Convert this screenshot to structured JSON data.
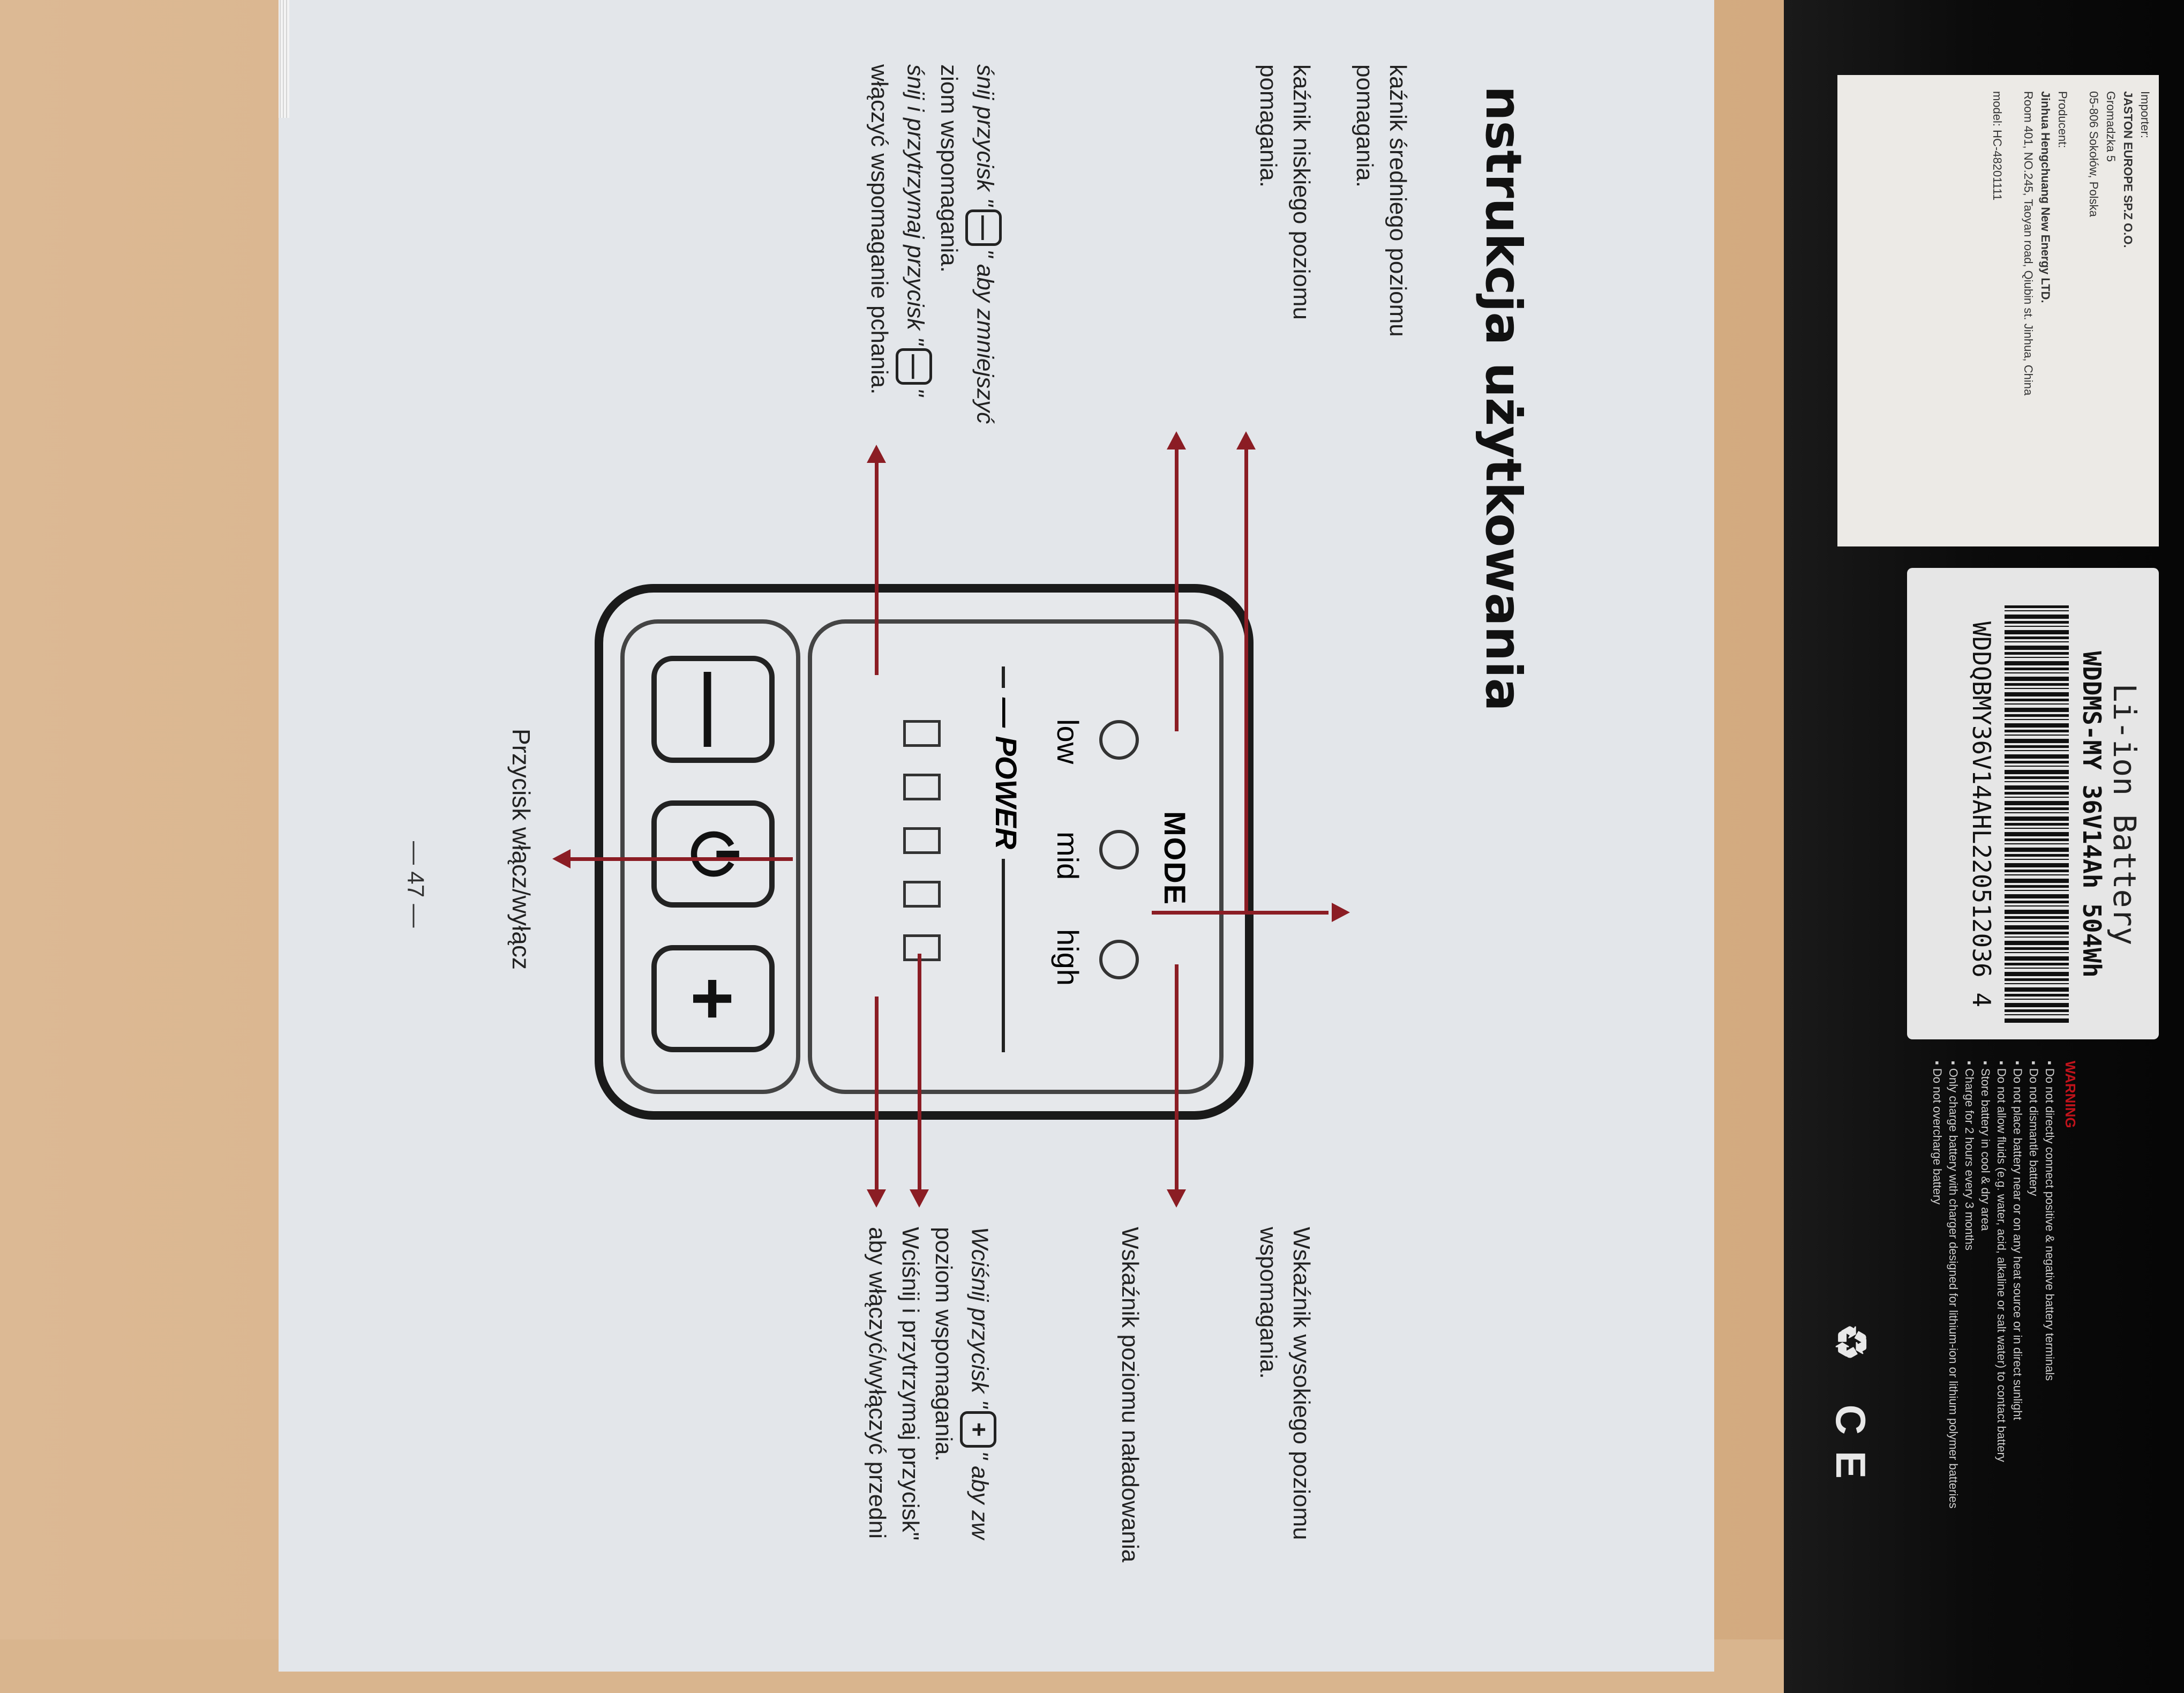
{
  "manual": {
    "title": "nstrukcja użytkowania",
    "left_notes": [
      [
        "kaźnik średniego poziomu",
        "pomagania."
      ],
      [
        "kaźnik niskiego poziomu",
        "pomagania."
      ]
    ],
    "minus_note": {
      "line1_pre": "śnij przycisk \"",
      "line1_post": "\" aby zmniejszyć",
      "line2": "ziom wspomagania.",
      "line3_pre": "śnij i przytrzymaj przycisk \"",
      "line3_post": "\"",
      "line4": "włączyć wspomaganie pchania."
    },
    "right_notes": {
      "high": [
        "Wskaźnik wysokiego poziomu",
        "wspomagania."
      ],
      "charge": "Wskaźnik poziomu naładowania",
      "plus_line1_pre": "Wciśnij przycisk \"",
      "plus_line1_post": "\" aby zw",
      "plus_line2": "poziom wspomagania.",
      "plus_line3": "Wciśnij i przytrzymaj przycisk\"",
      "plus_line4": "aby włączyć/wyłączyć przedni"
    },
    "panel": {
      "mode_label": "MODE",
      "levels": [
        "low",
        "mid",
        "high"
      ],
      "power_label": "POWER",
      "minus_symbol": "—",
      "plus_symbol": "+",
      "power_symbol": "⏻"
    },
    "caption": "Przycisk włącz/wyłącz",
    "page_number": "— 47 —"
  },
  "battery": {
    "importer_lines": [
      {
        "text": "Importer:",
        "bold": false
      },
      {
        "text": "JASTON EUROPE SP.Z O.O.",
        "bold": true
      },
      {
        "text": "Gromadzka 5",
        "bold": false
      },
      {
        "text": "05-806 Sokołów, Polska",
        "bold": false
      },
      {
        "text": "",
        "bold": false
      },
      {
        "text": "Producent:",
        "bold": false
      },
      {
        "text": "Jinhua Hengchuang New Energy LTD.",
        "bold": true
      },
      {
        "text": "Room 401, NO.245, Taoyan road, Qiubin st. Jinhua, China",
        "bold": false
      },
      {
        "text": "",
        "bold": false
      },
      {
        "text": "model: HC-48201111",
        "bold": false
      }
    ],
    "title": "Li-ion Battery",
    "model": "WDDMS-MY 36V14Ah 504Wh",
    "serial": "WDDQBMY36V14AHL220512036 4",
    "warning_title": "WARNING",
    "warnings": [
      "Do not directly connect positive & negative battery terminals",
      "Do not dismantle battery",
      "Do not place battery near or on any heat source or in direct sunlight",
      "Do not allow fluids (e.g. water, acid, alkaline or salt water) to contact battery",
      "Store battery in cool & dry area",
      "Charge for 2 hours every 3 months",
      "Only charge battery with charger designed for lithium-ion or lithium polymer batteries",
      "Do not overcharge battery"
    ],
    "marks": "♻ CE"
  }
}
